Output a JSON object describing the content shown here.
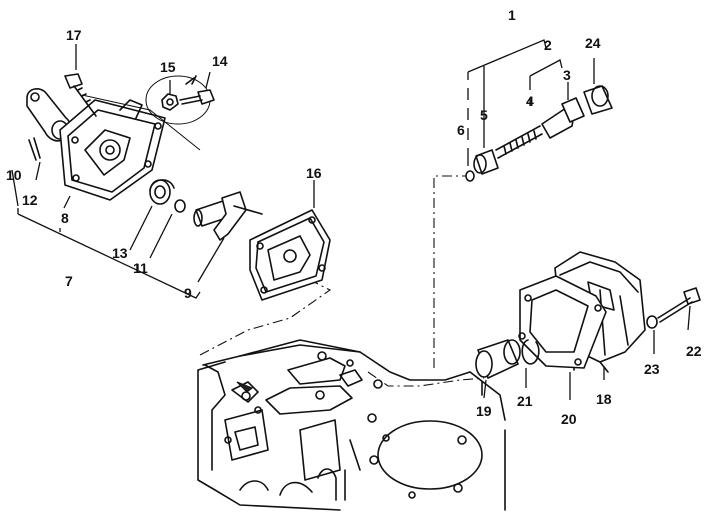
{
  "diagram": {
    "callouts": [
      {
        "id": "c1",
        "text": "1"
      },
      {
        "id": "c2",
        "text": "2"
      },
      {
        "id": "c3",
        "text": "3"
      },
      {
        "id": "c4",
        "text": "4"
      },
      {
        "id": "c5",
        "text": "5"
      },
      {
        "id": "c6",
        "text": "6"
      },
      {
        "id": "c7",
        "text": "7"
      },
      {
        "id": "c8",
        "text": "8"
      },
      {
        "id": "c9",
        "text": "9"
      },
      {
        "id": "c10",
        "text": "10"
      },
      {
        "id": "c11",
        "text": "11"
      },
      {
        "id": "c12",
        "text": "12"
      },
      {
        "id": "c13",
        "text": "13"
      },
      {
        "id": "c14",
        "text": "14"
      },
      {
        "id": "c15",
        "text": "15"
      },
      {
        "id": "c16",
        "text": "16"
      },
      {
        "id": "c17",
        "text": "17"
      },
      {
        "id": "c18",
        "text": "18"
      },
      {
        "id": "c19",
        "text": "19"
      },
      {
        "id": "c20",
        "text": "20"
      },
      {
        "id": "c21",
        "text": "21"
      },
      {
        "id": "c22",
        "text": "22"
      },
      {
        "id": "c23",
        "text": "23"
      },
      {
        "id": "c24",
        "text": "24"
      }
    ]
  }
}
